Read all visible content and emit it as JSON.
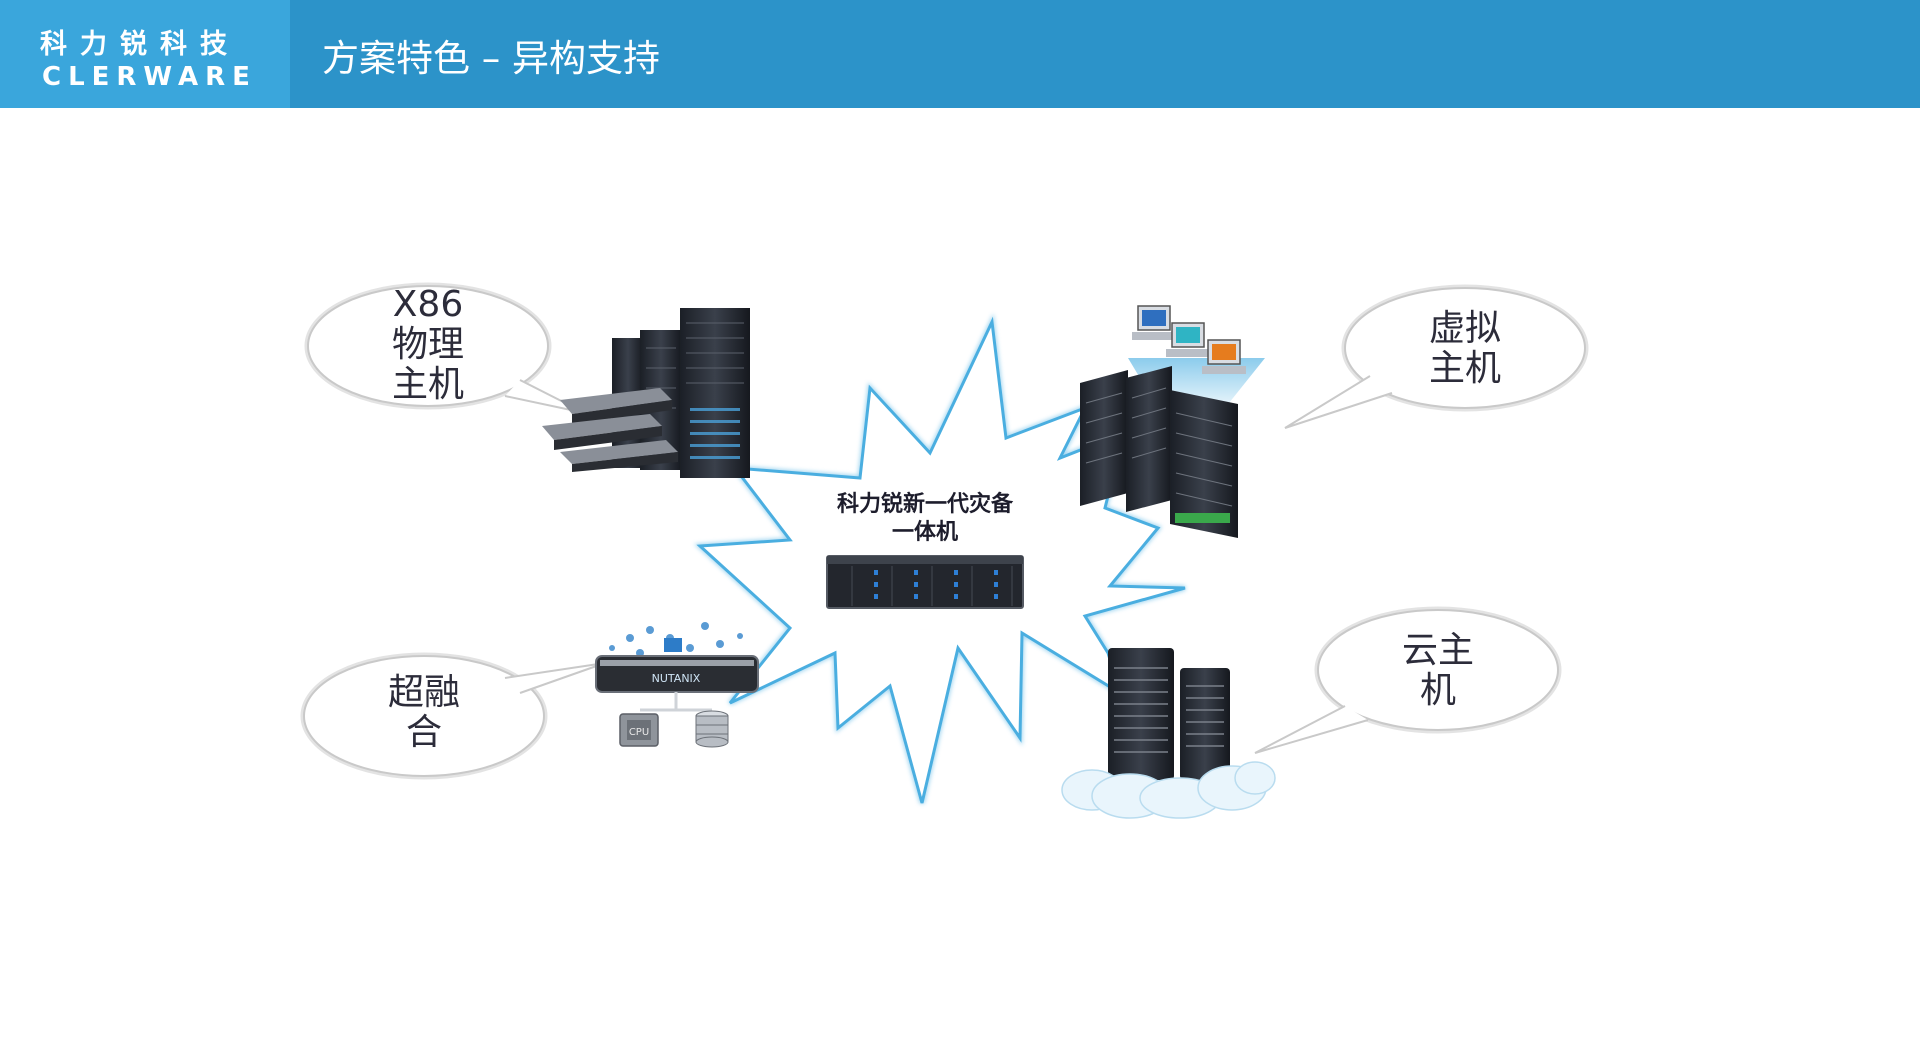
{
  "header": {
    "logo_cn": "科力锐科技",
    "logo_en": "CLERWARE",
    "title": "方案特色 – 异构支持",
    "bg_color": "#2c93c9",
    "logo_bg_color": "#3aa6dc"
  },
  "center": {
    "line1": "科力锐新一代灾备",
    "line2": "一体机",
    "device_icon": "rack-storage-appliance"
  },
  "nodes": {
    "x86": {
      "lines": [
        "X86",
        "物理",
        "主机"
      ],
      "icon": "server-rack-icon"
    },
    "virtual": {
      "lines": [
        "虚拟",
        "主机"
      ],
      "icon": "virtual-server-icon"
    },
    "hci": {
      "lines": [
        "超融",
        "合"
      ],
      "icon": "hyperconverged-icon",
      "brand": "NUTANIX",
      "chip_label": "CPU"
    },
    "cloud": {
      "lines": [
        "云主",
        "机"
      ],
      "icon": "cloud-server-icon"
    }
  },
  "colors": {
    "burst_stroke": "#4aaee0",
    "text": "#2c2c3a"
  }
}
